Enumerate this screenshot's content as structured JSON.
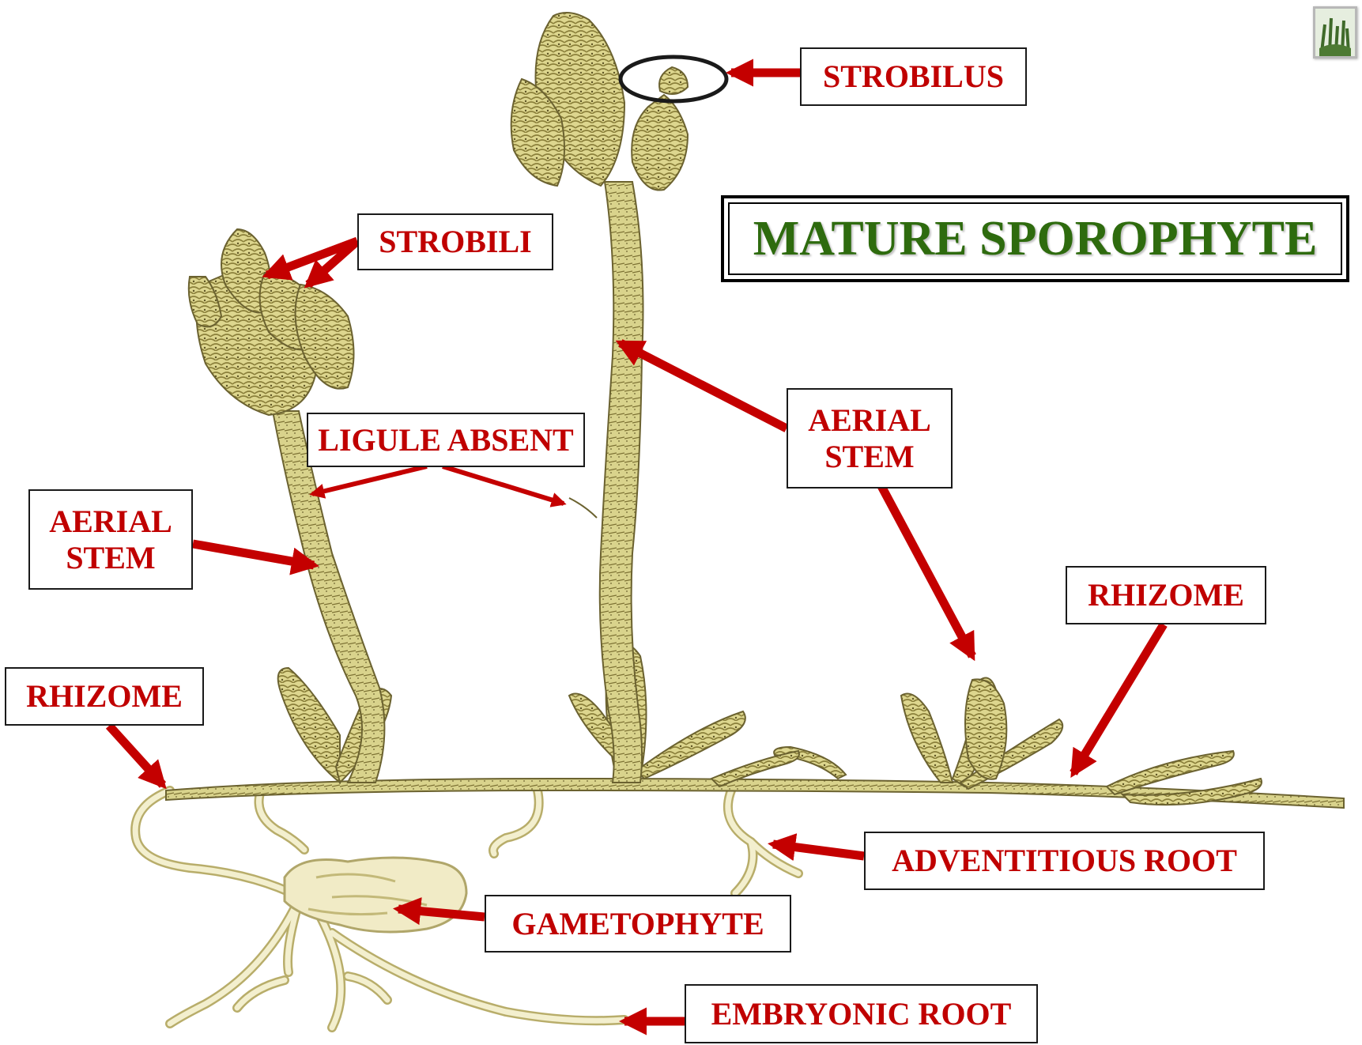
{
  "title": "MATURE SPOROPHYTE",
  "colors": {
    "label_text": "#c00000",
    "arrow": "#c40000",
    "title_text": "#2e6b0e",
    "plant_fill": "#d8d48a",
    "plant_dark": "#6b6230"
  },
  "labels": {
    "strobilus": "STROBILUS",
    "strobili": "STROBILI",
    "ligule_absent": "LIGULE ABSENT",
    "aerial_stem_left_line1": "AERIAL",
    "aerial_stem_left_line2": "STEM",
    "aerial_stem_right_line1": "AERIAL",
    "aerial_stem_right_line2": "STEM",
    "rhizome_left": "RHIZOME",
    "rhizome_right": "RHIZOME",
    "adventitious_root": "ADVENTITIOUS ROOT",
    "gametophyte": "GAMETOPHYTE",
    "embryonic_root": "EMBRYONIC ROOT"
  },
  "icons": {
    "thumbnail": "plant-thumbnail-icon"
  }
}
